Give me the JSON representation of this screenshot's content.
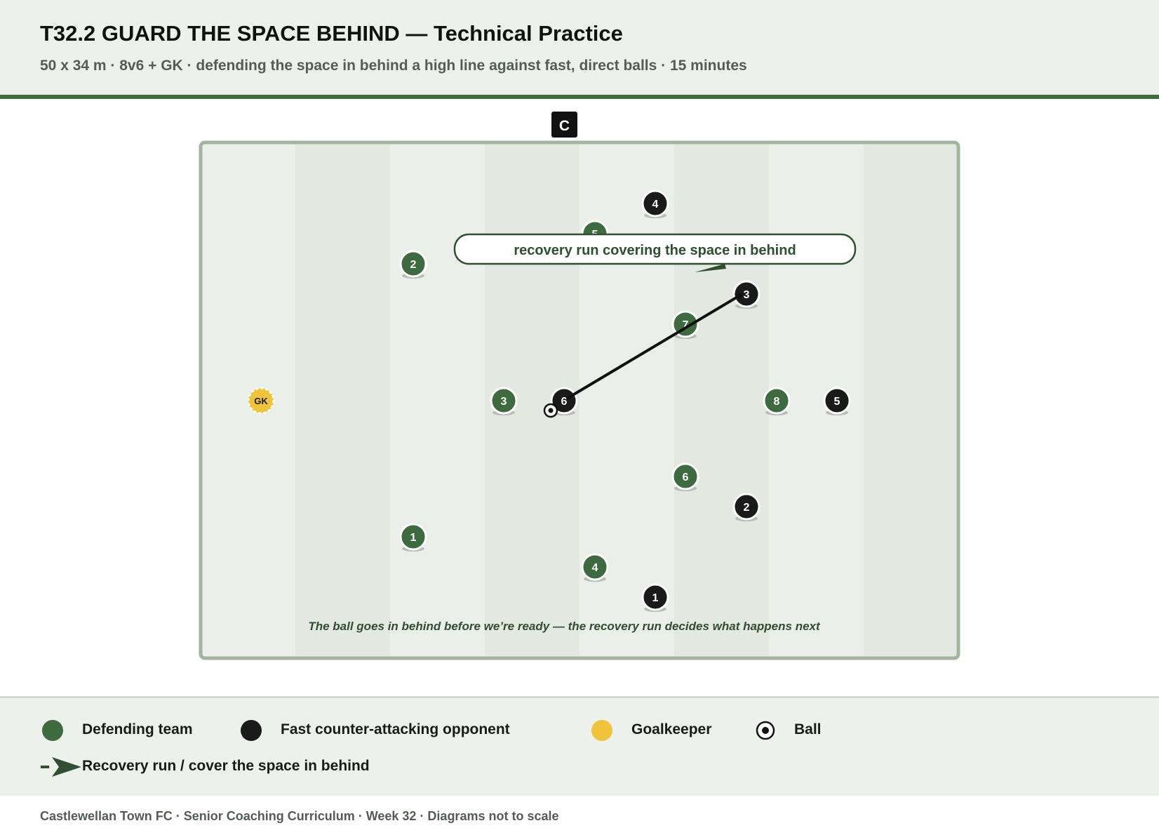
{
  "header": {
    "title": "T32.2 GUARD THE SPACE BEHIND — Technical Practice",
    "subtitle": "50 x 34 m · 8v6 + GK · defending the space in behind a high line against fast, direct balls · 15 minutes"
  },
  "diagram": {
    "coach_label": "C",
    "callout": "recovery run covering the space in behind",
    "caption": "The ball goes in behind before we’re ready — the recovery run decides what happens next",
    "goalkeeper_label": "GK",
    "defenders": [
      {
        "label": "2"
      },
      {
        "label": "5"
      },
      {
        "label": "3"
      },
      {
        "label": "7"
      },
      {
        "label": "8"
      },
      {
        "label": "6"
      },
      {
        "label": "1"
      },
      {
        "label": "4"
      }
    ],
    "opponents": [
      {
        "label": "4"
      },
      {
        "label": "3"
      },
      {
        "label": "6"
      },
      {
        "label": "5"
      },
      {
        "label": "2"
      },
      {
        "label": "1"
      }
    ]
  },
  "legend": {
    "items": [
      {
        "label": "Defending team",
        "color": "#3d6b3f",
        "icon": "green-dot-icon"
      },
      {
        "label": "Fast counter-attacking opponent",
        "color": "#1a1a1a",
        "icon": "black-dot-icon"
      },
      {
        "label": "Goalkeeper",
        "color": "#f0c43a",
        "icon": "yellow-dot-icon"
      },
      {
        "label": "Ball",
        "icon": "ball-icon"
      }
    ],
    "run_label": "Recovery run / cover the space in behind",
    "run_icon": "arrow-icon"
  },
  "footer": {
    "text": "Castlewellan Town FC · Senior Coaching Curriculum · Week 32 · Diagrams not to scale"
  },
  "colors": {
    "defender": "#3d6b3f",
    "opponent": "#1a1a1a",
    "goalkeeper": "#f0c43a",
    "pitch": "#eaeee8",
    "accent": "#3d6b3f"
  }
}
